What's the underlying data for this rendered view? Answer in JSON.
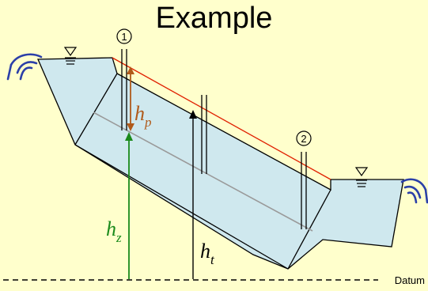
{
  "title": "Example",
  "labels": {
    "point_1": "1",
    "point_2": "2",
    "hp_base": "h",
    "hp_sub": "p",
    "hz_base": "h",
    "hz_sub": "z",
    "ht_base": "h",
    "ht_sub": "t",
    "datum": "Datum"
  },
  "colors": {
    "background": "#ffffcc",
    "water": "#cfe8ee",
    "pressure_head": "#b05a1a",
    "elevation_head": "#1a8a1a",
    "energy_line": "#e02000",
    "centerline": "#9a9a9a",
    "faucet": "#2b3fa8"
  }
}
